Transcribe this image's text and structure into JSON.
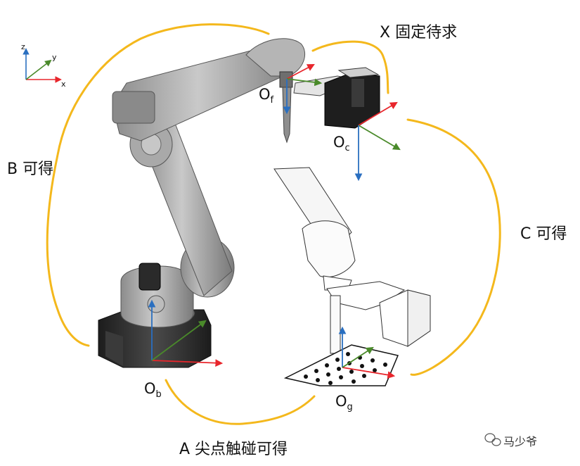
{
  "labels": {
    "x_pending": "X 固定待求",
    "b_available": "B 可得",
    "c_available": "C 可得",
    "a_available": "A 尖点触碰可得"
  },
  "frames": {
    "flange": {
      "main": "O",
      "sub": "f"
    },
    "camera": {
      "main": "O",
      "sub": "c"
    },
    "base": {
      "main": "O",
      "sub": "b"
    },
    "grid": {
      "main": "O",
      "sub": "g"
    }
  },
  "legend_axes": {
    "x": "x",
    "y": "y",
    "z": "z"
  },
  "watermark": "马少爷",
  "colors": {
    "x_axis": "#e8262c",
    "y_axis": "#4a8a2a",
    "z_axis": "#2a6fc0",
    "loop": "#f4b81c",
    "robot_body": "#9a9a9a",
    "robot_dark": "#2d2d2d"
  }
}
